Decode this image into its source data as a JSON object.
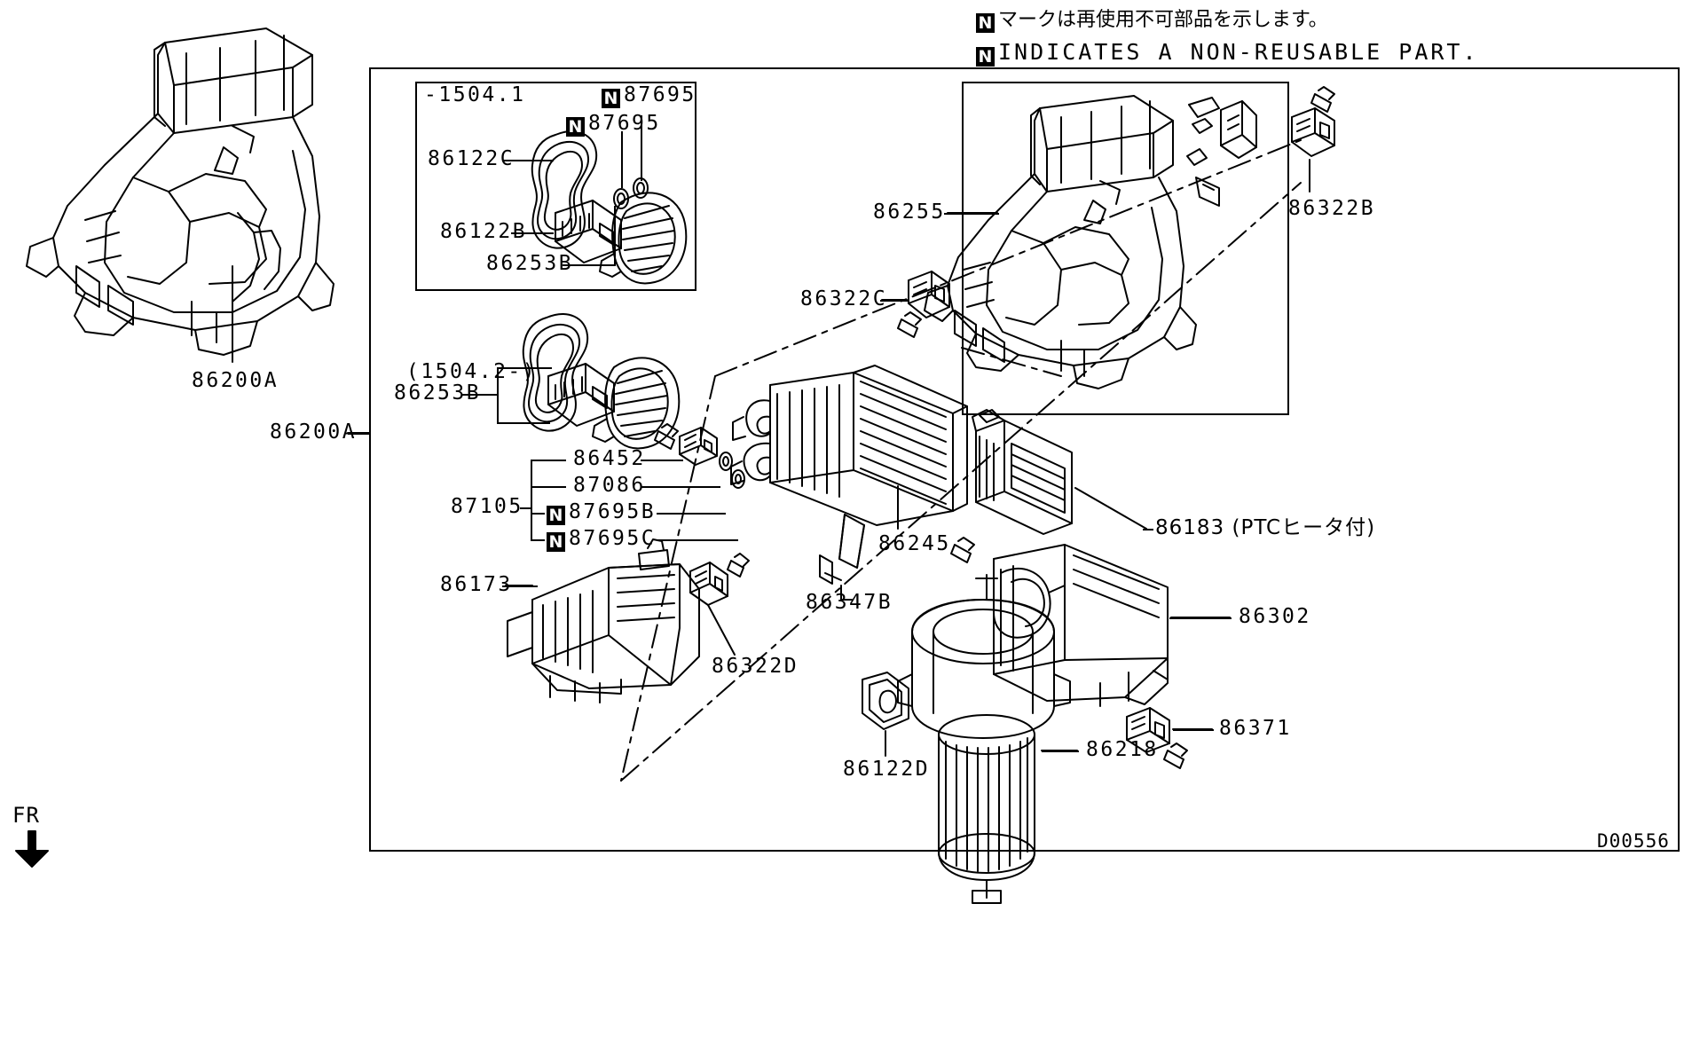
{
  "legend": {
    "jp_note": "マークは再使用不可部品を示します。",
    "en_note": "INDICATES A NON-REUSABLE PART.",
    "badge": "N"
  },
  "diagram": {
    "code": "D00556",
    "orientation_label": "FR",
    "orientation_icon": "front-direction-arrow"
  },
  "inset": {
    "variant_label": "-1504.1",
    "callouts": [
      {
        "id": "inset-87695-top",
        "text": "87695",
        "badge": "N"
      },
      {
        "id": "inset-87695-lower",
        "text": "87695",
        "badge": "N"
      },
      {
        "id": "inset-86122c",
        "text": "86122C"
      },
      {
        "id": "inset-86122b",
        "text": "86122B"
      },
      {
        "id": "inset-86253b",
        "text": "86253B"
      }
    ]
  },
  "main_callouts": [
    {
      "id": "c-86200a-upper",
      "text": "86200A"
    },
    {
      "id": "c-86200a-left",
      "text": "86200A"
    },
    {
      "id": "c-variant-1504-2",
      "text": "(1504.2-)"
    },
    {
      "id": "c-86253b",
      "text": "86253B"
    },
    {
      "id": "c-86452",
      "text": "86452"
    },
    {
      "id": "c-87086",
      "text": "87086"
    },
    {
      "id": "c-87105",
      "text": "87105"
    },
    {
      "id": "c-87695b",
      "text": "87695B",
      "badge": "N"
    },
    {
      "id": "c-87695c",
      "text": "87695C",
      "badge": "N"
    },
    {
      "id": "c-86173",
      "text": "86173"
    },
    {
      "id": "c-86322d",
      "text": "86322D"
    },
    {
      "id": "c-86245",
      "text": "86245"
    },
    {
      "id": "c-86347b",
      "text": "86347B"
    },
    {
      "id": "c-86255",
      "text": "86255"
    },
    {
      "id": "c-86322c",
      "text": "86322C"
    },
    {
      "id": "c-86322b",
      "text": "86322B"
    },
    {
      "id": "c-86183",
      "text": "86183 (PTCヒータ付)"
    },
    {
      "id": "c-86302",
      "text": "86302"
    },
    {
      "id": "c-86371",
      "text": "86371"
    },
    {
      "id": "c-86218",
      "text": "86218"
    },
    {
      "id": "c-86122d",
      "text": "86122D"
    }
  ]
}
